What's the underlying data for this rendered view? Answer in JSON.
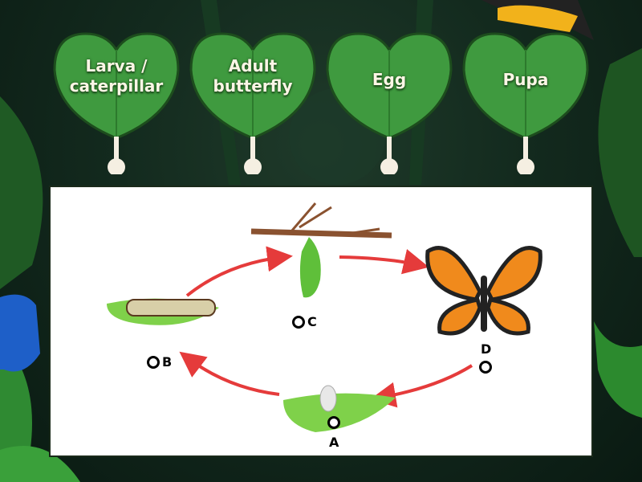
{
  "cards": [
    {
      "label_lines": [
        "Larva /",
        "caterpillar"
      ]
    },
    {
      "label_lines": [
        "Adult",
        "butterfly"
      ]
    },
    {
      "label_lines": [
        "Egg"
      ]
    },
    {
      "label_lines": [
        "Pupa"
      ]
    }
  ],
  "diagram": {
    "labels": {
      "a": "A",
      "b": "B",
      "c": "C",
      "d": "D"
    }
  },
  "colors": {
    "leaf": "#3f9a3f",
    "arrow": "#e53b3b",
    "pin": "#f5efe2"
  }
}
